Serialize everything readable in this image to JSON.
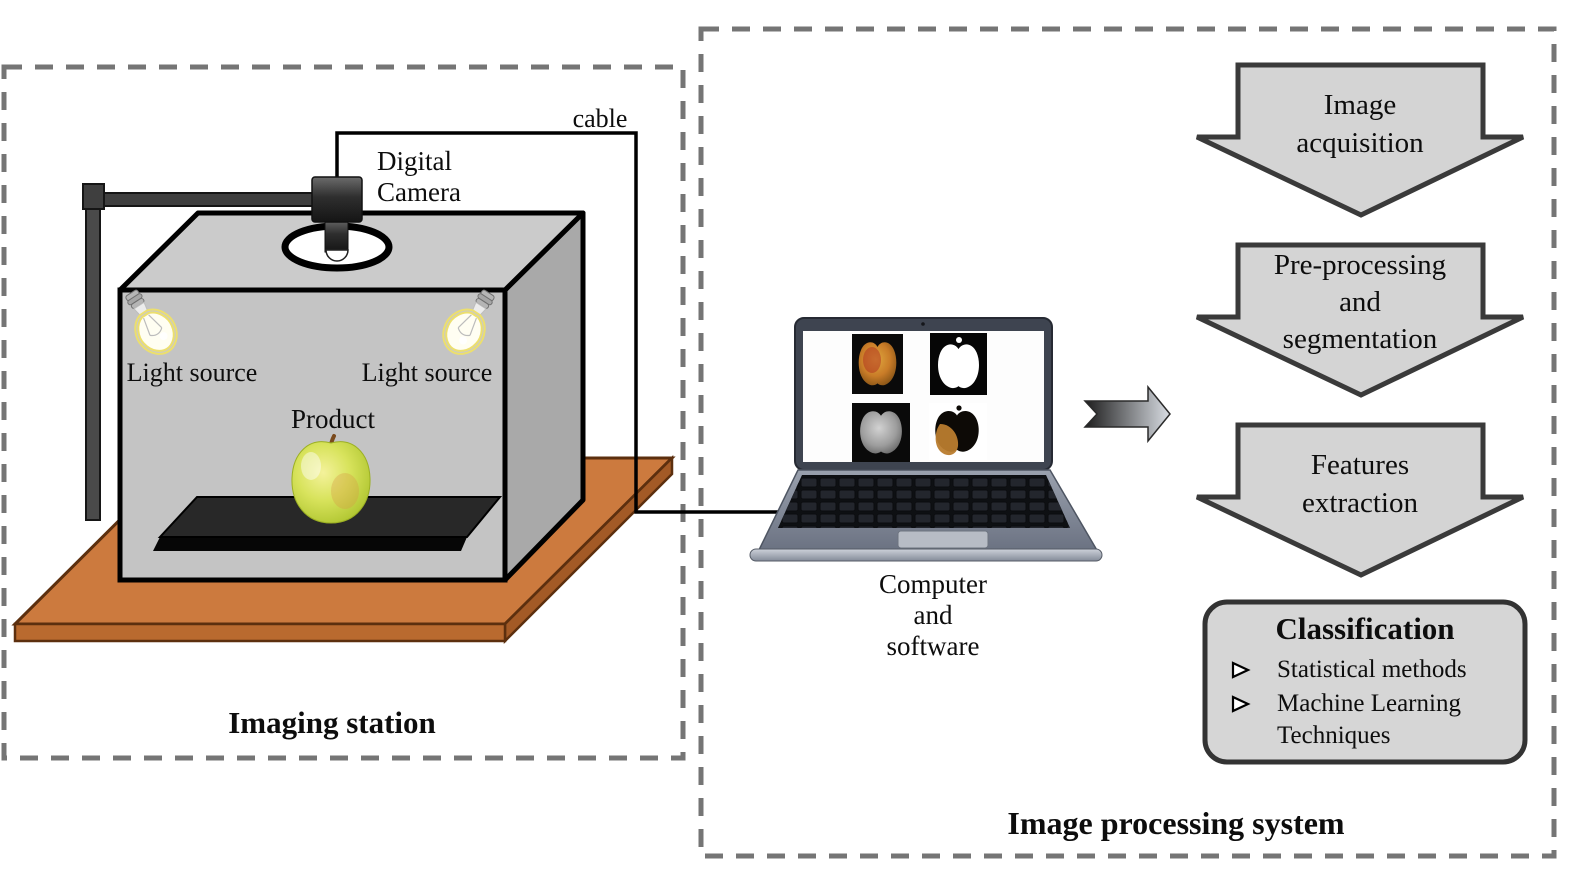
{
  "imaging_station": {
    "title": "Imaging station",
    "cable_label": "cable",
    "camera_label": {
      "line1": "Digital",
      "line2": "Camera"
    },
    "light_source_left": "Light source",
    "light_source_right": "Light source",
    "product_label": "Product"
  },
  "processing": {
    "title": "Image processing system",
    "computer_caption": {
      "line1": "Computer",
      "line2": "and",
      "line3": "software"
    },
    "steps": [
      {
        "lines": [
          "Image",
          "acquisition"
        ]
      },
      {
        "lines": [
          "Pre-processing",
          "and",
          "segmentation"
        ]
      },
      {
        "lines": [
          "Features",
          "extraction"
        ]
      }
    ],
    "classification": {
      "title": "Classification",
      "items": [
        {
          "lines": [
            "Statistical methods"
          ]
        },
        {
          "lines": [
            "Machine Learning",
            "Techniques"
          ]
        }
      ]
    }
  },
  "colors": {
    "dashed_border": "#757575",
    "flow_shape_fill": "#d4d4d4",
    "flow_shape_stroke": "#3a3a3a",
    "box_front_gray": "#c4c4c4",
    "box_top_gray": "#cbcbcb",
    "box_side_gray": "#a9a9a9",
    "table_orange": "#cc7a3e",
    "tray_black": "#282828",
    "apple_green": "#cddf53",
    "laptop_body": "#8e95a3",
    "defect_patch_tan": "#b97c2e"
  }
}
